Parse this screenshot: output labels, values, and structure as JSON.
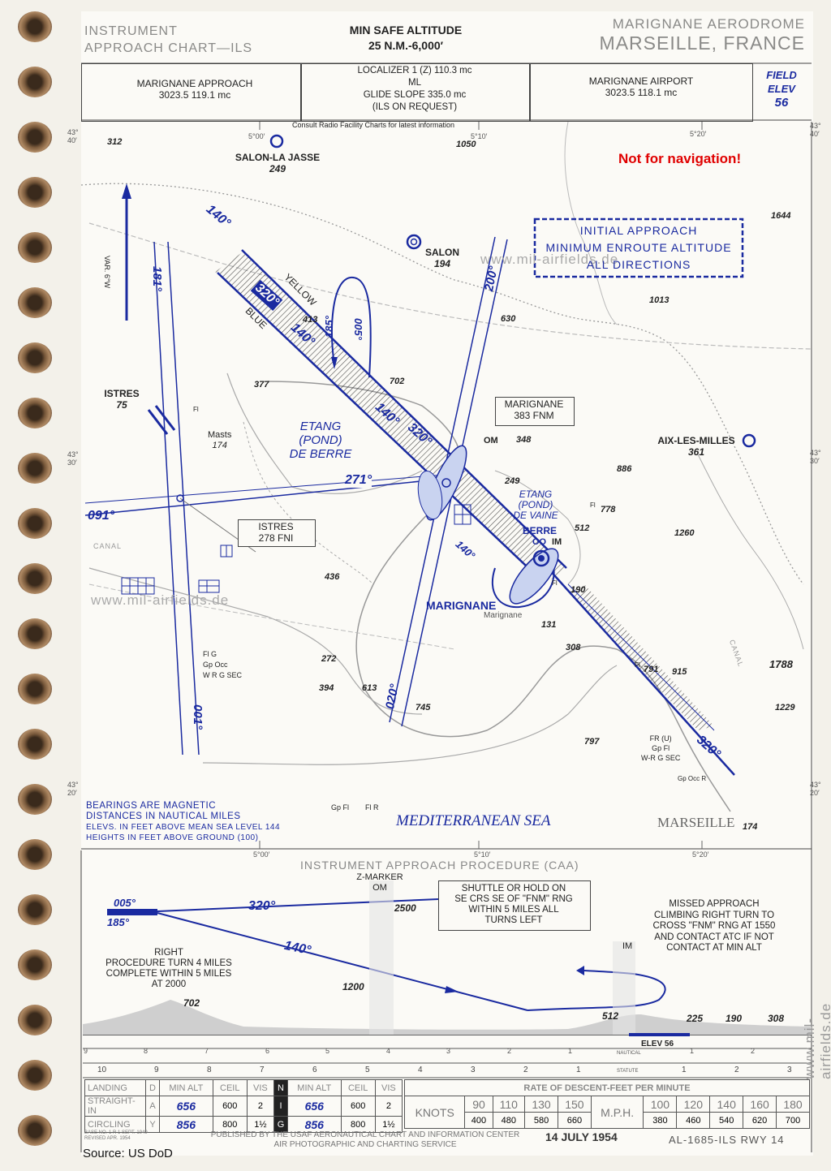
{
  "header": {
    "left": [
      "INSTRUMENT",
      "APPROACH CHART—ILS"
    ],
    "msa": [
      "MIN SAFE ALTITUDE",
      "25 N.M.-6,000′"
    ],
    "right": [
      "MARIGNANE AERODROME",
      "MARSEILLE, FRANCE"
    ],
    "approach": [
      "MARIGNANE APPROACH",
      "3023.5  119.1 mc"
    ],
    "localizer": [
      "LOCALIZER 1 (Z)  110.3 mc",
      "ML",
      "GLIDE SLOPE 335.0 mc",
      "(ILS ON REQUEST)"
    ],
    "airport": [
      "MARIGNANE AIRPORT",
      "3023.5  118.1 mc"
    ],
    "field_elev": [
      "FIELD",
      "ELEV",
      "56"
    ]
  },
  "notice": "Consult Radio Facility Charts for latest information",
  "warning": "Not for navigation!",
  "watermark": "www.mil-airfields.de",
  "initial_approach": [
    "INITIAL APPROACH",
    "MINIMUM ENROUTE ALTITUDE",
    "ALL DIRECTIONS"
  ],
  "map_labels": {
    "salon_la_jasse": [
      "SALON-LA JASSE",
      "249"
    ],
    "salon": [
      "SALON",
      "194"
    ],
    "istres": [
      "ISTRES",
      "75"
    ],
    "istres_box": [
      "ISTRES",
      "278 FNI"
    ],
    "marignane_box": [
      "MARIGNANE",
      "383 FNM"
    ],
    "etang_berre": [
      "ETANG",
      "(POND)",
      "DE BERRE"
    ],
    "etang_vaine": [
      "ETANG",
      "(POND)",
      "DE VAINE"
    ],
    "aix": [
      "AIX-LES-MILLES",
      "361"
    ],
    "marignane": "MARIGNANE",
    "marignane_town": "Marignane",
    "berre": "BERRE",
    "om": "OM",
    "im": "IM",
    "oo": "OO",
    "masts": [
      "Masts",
      "174"
    ],
    "yellow": "YELLOW",
    "blue": "BLUE",
    "mediterranean": "MEDITERRANEAN SEA",
    "marseille": "MARSEILLE",
    "var": "VAR. 6°W",
    "canal": "CANAL",
    "fig": [
      "Fl G",
      "Gp Occ",
      "W R G SEC"
    ],
    "fr": [
      "FR (U)",
      "Gp Fl",
      "W-R G SEC"
    ],
    "gpfl": "Gp Fl",
    "flr": "Fl R",
    "gpoccr": "Gp Occ R",
    "fi": "Fl"
  },
  "elevations": [
    "312",
    "1050",
    "1644",
    "1013",
    "630",
    "413",
    "377",
    "702",
    "348",
    "886",
    "249",
    "778",
    "512",
    "1260",
    "436",
    "190",
    "131",
    "308",
    "272",
    "791",
    "915",
    "394",
    "613",
    "745",
    "1788",
    "1229",
    "797",
    "174"
  ],
  "bearings": [
    "140°",
    "320°",
    "140°",
    "320°",
    "181°",
    "200°",
    "185°",
    "005°",
    "140°",
    "320°",
    "271°",
    "091°",
    "140°",
    "020°",
    "001°",
    "320°"
  ],
  "coords": {
    "lat": [
      "43°\n40′",
      "43°\n30′",
      "43°\n20′"
    ],
    "lon": [
      "5°00′",
      "5°10′",
      "5°20′"
    ]
  },
  "legend": [
    "BEARINGS ARE MAGNETIC",
    "DISTANCES IN NAUTICAL MILES",
    "ELEVS. IN FEET ABOVE MEAN SEA LEVEL 144",
    "HEIGHTS IN FEET ABOVE GROUND (100)"
  ],
  "procedure": {
    "title": "INSTRUMENT APPROACH PROCEDURE (CAA)",
    "zmarker": [
      "Z-MARKER",
      "OM"
    ],
    "shuttle": [
      "SHUTTLE OR HOLD ON",
      "SE CRS SE OF \"FNM\" RNG",
      "WITHIN 5 MILES ALL",
      "TURNS LEFT"
    ],
    "missed": [
      "MISSED APPROACH",
      "CLIMBING RIGHT TURN TO",
      "CROSS \"FNM\" RNG AT 1550",
      "AND CONTACT ATC IF NOT",
      "CONTACT AT MIN ALT"
    ],
    "turn": [
      "RIGHT",
      "PROCEDURE TURN 4 MILES",
      "COMPLETE WITHIN 5 MILES",
      "AT 2000"
    ],
    "alts": [
      "2500",
      "1200",
      "702",
      "512",
      "225",
      "190",
      "308"
    ],
    "hdgs": [
      "005°",
      "185°",
      "320°",
      "140°"
    ],
    "im": "IM",
    "elev": "ELEV 56",
    "statute_top": [
      "9",
      "8",
      "7",
      "6",
      "5",
      "4",
      "3",
      "2",
      "1",
      "1",
      "2"
    ],
    "nautical_label": "NAUTICAL",
    "statute_label": "STATUTE",
    "statute_bottom": [
      "10",
      "9",
      "8",
      "7",
      "6",
      "5",
      "4",
      "3",
      "2",
      "1",
      "1",
      "2",
      "3"
    ]
  },
  "minimums": {
    "head": [
      "LANDING",
      "D",
      "MIN ALT",
      "CEIL",
      "VIS",
      "N",
      "MIN ALT",
      "CEIL",
      "VIS"
    ],
    "rows": [
      [
        "STRAIGHT-IN",
        "A",
        "656",
        "600",
        "2",
        "I",
        "656",
        "600",
        "2"
      ],
      [
        "CIRCLING",
        "Y",
        "856",
        "800",
        "1½",
        "G",
        "856",
        "800",
        "1½"
      ]
    ],
    "rate_title": "RATE OF DESCENT-FEET PER MINUTE",
    "knots_label": "KNOTS",
    "mph_label": "M.P.H.",
    "knots": [
      "90",
      "110",
      "130",
      "150"
    ],
    "knots_rates": [
      "400",
      "480",
      "580",
      "660"
    ],
    "mph": [
      "100",
      "120",
      "140",
      "160",
      "180"
    ],
    "mph_rates": [
      "380",
      "460",
      "540",
      "620",
      "700"
    ]
  },
  "footer": {
    "base": [
      "BASE NO. 1 R 1 SEPT. 1949",
      "REVISED APR. 1954"
    ],
    "published": [
      "PUBLISHED BY THE USAF AERONAUTICAL CHART AND INFORMATION CENTER",
      "AIR PHOTOGRAPHIC AND CHARTING SERVICE"
    ],
    "date": "14 JULY 1954",
    "code": "AL-1685-ILS RWY 14",
    "source": "Source: US DoD"
  }
}
